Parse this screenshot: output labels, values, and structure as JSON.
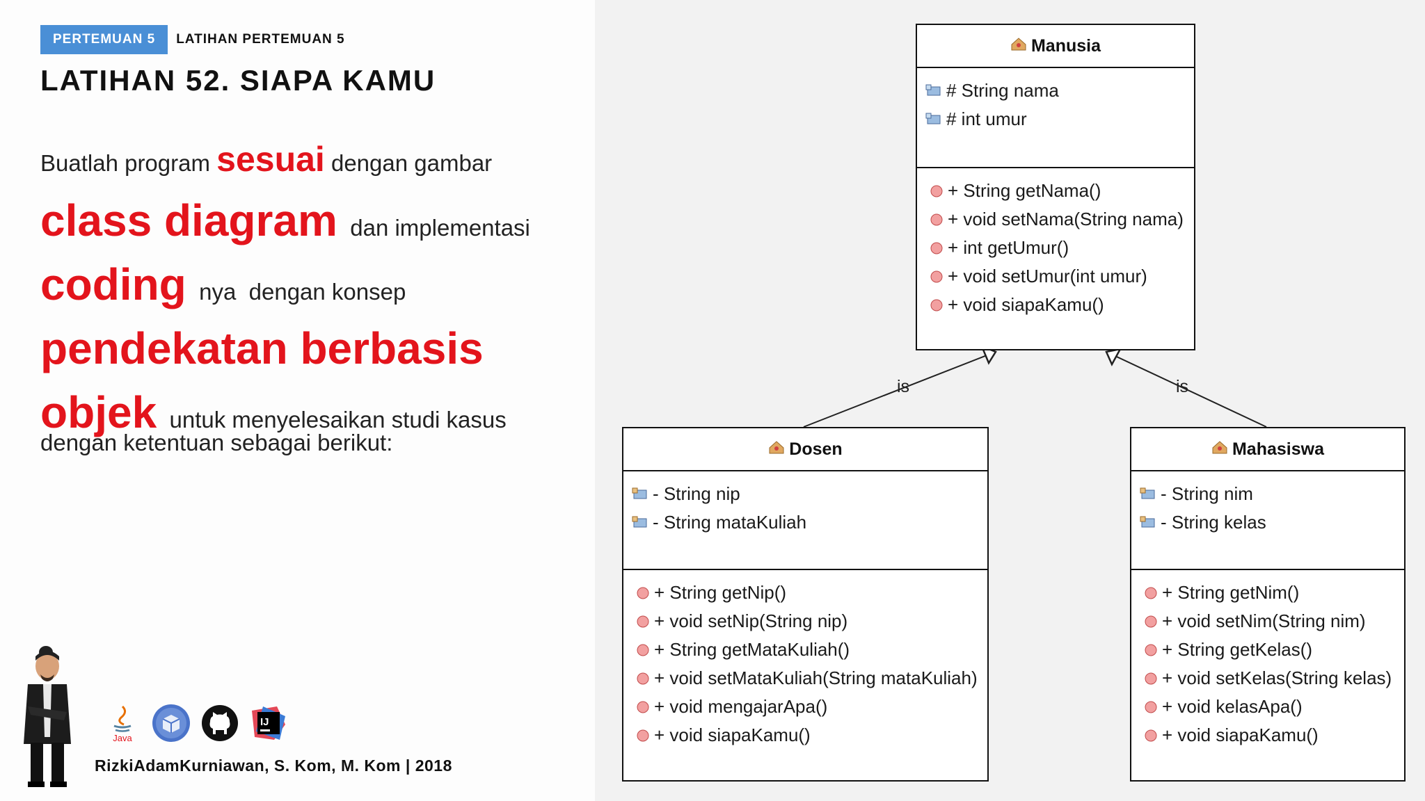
{
  "slide": {
    "badge": "PERTEMUAN 5",
    "subtitle": "LATIHAN PERTEMUAN 5",
    "title": "LATIHAN 52. SIAPA KAMU",
    "body": {
      "l1a": "Buatlah program ",
      "l1b": "sesuai",
      "l1c": " dengan gambar",
      "l2a": "class diagram",
      "l2b": "  dan implementasi",
      "l3a": "coding",
      "l3b": "  nya  dengan konsep",
      "l4a": "pendekatan berbasis",
      "l5a": "objek",
      "l5b": "  untuk menyelesaikan studi kasus",
      "l6a": "dengan ketentuan sebagai berikut:"
    },
    "icons": [
      "java-icon",
      "box-icon",
      "github-icon",
      "intellij-icon"
    ],
    "java_label": "Java",
    "intellij_label": "IJ",
    "footer": "RizkiAdamKurniawan, S. Kom, M. Kom | 2018"
  },
  "diagram": {
    "classes": [
      {
        "id": "manusia",
        "name": "Manusia",
        "attributes": [
          "# String nama",
          "# int umur"
        ],
        "methods": [
          "+ String getNama()",
          "+ void setNama(String nama)",
          "+ int getUmur()",
          "+ void setUmur(int umur)",
          "+ void siapaKamu()"
        ]
      },
      {
        "id": "dosen",
        "name": "Dosen",
        "attributes": [
          "- String nip",
          "- String mataKuliah"
        ],
        "methods": [
          "+ String getNip()",
          "+ void setNip(String nip)",
          "+ String getMataKuliah()",
          "+ void setMataKuliah(String mataKuliah)",
          "+ void mengajarApa()",
          "+ void siapaKamu()"
        ]
      },
      {
        "id": "mahasiswa",
        "name": "Mahasiswa",
        "attributes": [
          "- String nim",
          "- String kelas"
        ],
        "methods": [
          "+ String getNim()",
          "+ void setNim(String nim)",
          "+ String getKelas()",
          "+ void setKelas(String kelas)",
          "+ void kelasApa()",
          "+ void siapaKamu()"
        ]
      }
    ],
    "relations": [
      {
        "from": "Dosen",
        "to": "Manusia",
        "label": "is"
      },
      {
        "from": "Mahasiswa",
        "to": "Manusia",
        "label": "is"
      }
    ]
  }
}
